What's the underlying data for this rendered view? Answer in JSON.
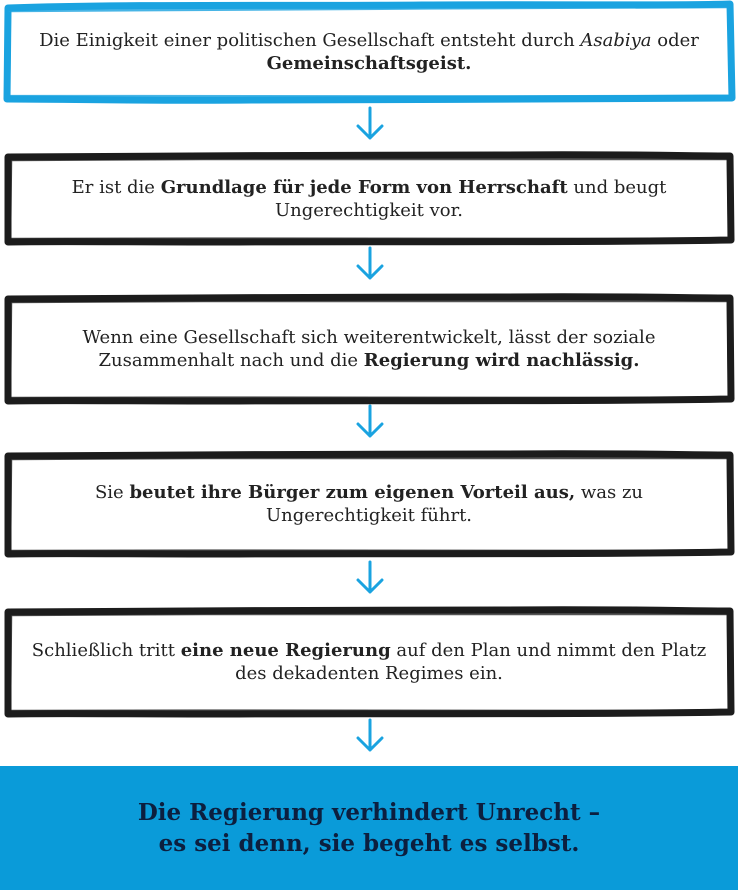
{
  "colors": {
    "accent_blue": "#1aa3e0",
    "box_border_black": "#1c1c1c",
    "arrow_blue": "#1aa3e0",
    "conclusion_bg": "#0a9bd9",
    "conclusion_text": "#0c1f3f"
  },
  "steps": [
    {
      "parts": [
        {
          "t": "Die Einigkeit einer politischen Gesellschaft entsteht durch "
        },
        {
          "t": "Asabiya",
          "style": "i"
        },
        {
          "t": " oder "
        },
        {
          "t": "Gemeinschaftsgeist.",
          "style": "b"
        }
      ]
    },
    {
      "parts": [
        {
          "t": "Er ist die "
        },
        {
          "t": "Grundlage für jede Form von Herrschaft",
          "style": "b"
        },
        {
          "t": " und beugt Ungerechtigkeit vor."
        }
      ]
    },
    {
      "parts": [
        {
          "t": "Wenn eine Gesellschaft sich weiterentwickelt, lässt der soziale Zusammenhalt nach und die "
        },
        {
          "t": "Regierung wird nachlässig.",
          "style": "b"
        }
      ]
    },
    {
      "parts": [
        {
          "t": "Sie "
        },
        {
          "t": "beutet ihre Bürger zum eigenen Vorteil aus,",
          "style": "b"
        },
        {
          "t": " was zu Ungerechtigkeit führt."
        }
      ]
    },
    {
      "parts": [
        {
          "t": "Schließlich tritt "
        },
        {
          "t": "eine neue Regierung",
          "style": "b"
        },
        {
          "t": " auf den Plan und nimmt den Platz des dekadenten Regimes ein."
        }
      ]
    }
  ],
  "conclusion": {
    "line1": "Die Regierung verhindert Unrecht –",
    "line2": "es sei denn, sie begeht es selbst."
  }
}
